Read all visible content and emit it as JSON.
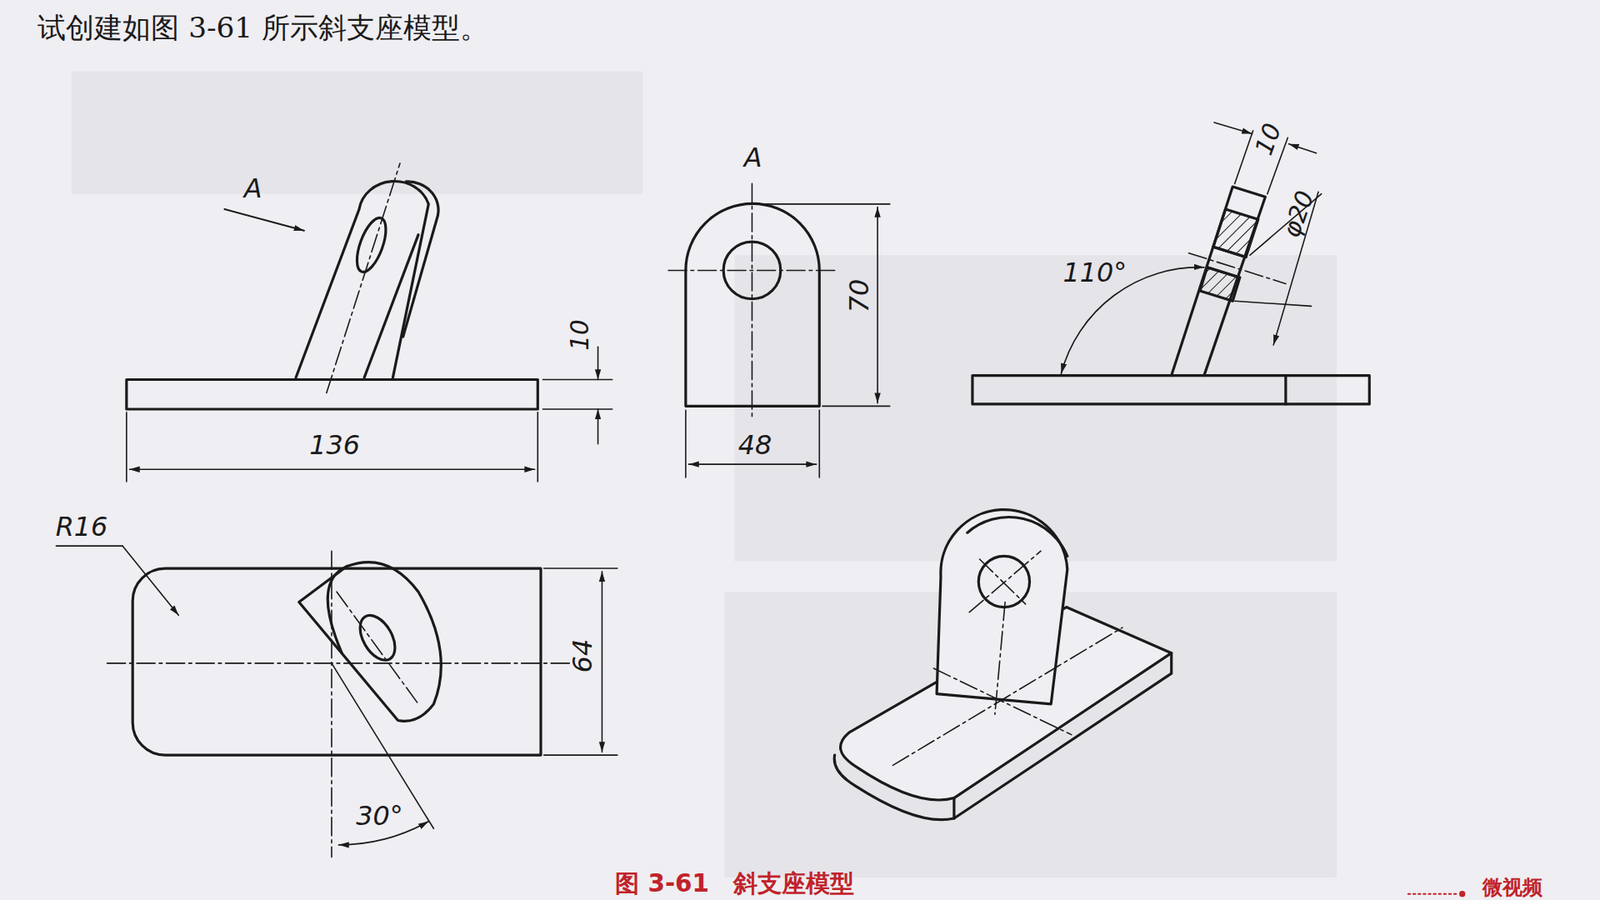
{
  "diagram": {
    "title": "试创建如图 3-61 所示斜支座模型。",
    "caption": "图 3-61　斜支座模型",
    "labels": [
      "A",
      "10",
      "136",
      "A",
      "70",
      "48",
      "10",
      "φ20",
      "110°",
      "R16",
      "64",
      "30°",
      "微视频"
    ]
  }
}
